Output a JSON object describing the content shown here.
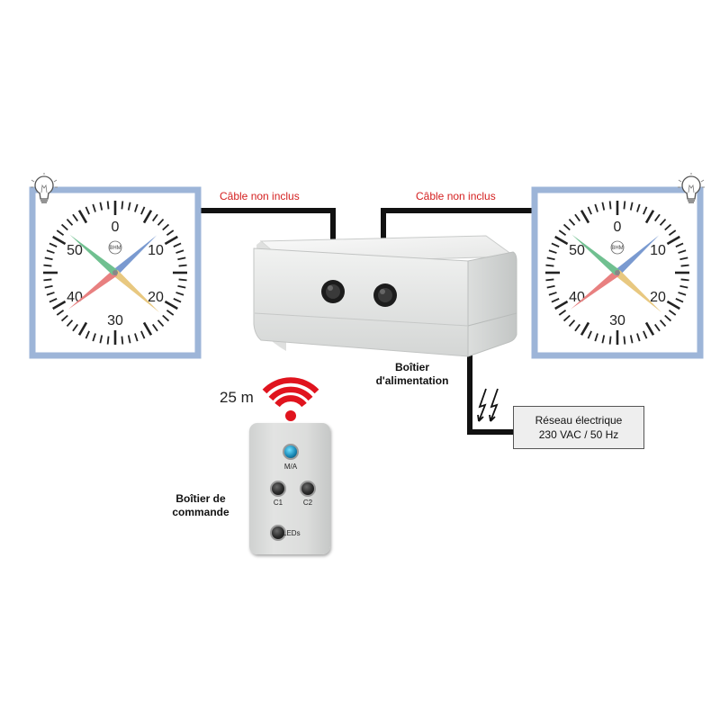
{
  "cable_left_label": "Câble non inclus",
  "cable_right_label": "Câble non inclus",
  "power_box_label_line1": "Boîtier",
  "power_box_label_line2": "d'alimentation",
  "mains_line1": "Réseau électrique",
  "mains_line2": "230 VAC / 50 Hz",
  "range_label": "25 m",
  "control_label_line1": "Boîtier de",
  "control_label_line2": "commande",
  "remote_buttons": {
    "on_off": "M/A",
    "c1": "C1",
    "c2": "C2",
    "leds": "LEDs"
  },
  "clock_numbers": [
    "0",
    "10",
    "20",
    "30",
    "40",
    "50"
  ],
  "clock_logo": "BHM",
  "hand_colors": {
    "blue": "#7a9ad0",
    "yellow": "#e8c880",
    "red": "#e88080",
    "green": "#70c090"
  },
  "frame_color": "#9db5d8",
  "icons": [
    "light-bulb-icon",
    "lightning-icon",
    "wifi-signal-icon"
  ]
}
